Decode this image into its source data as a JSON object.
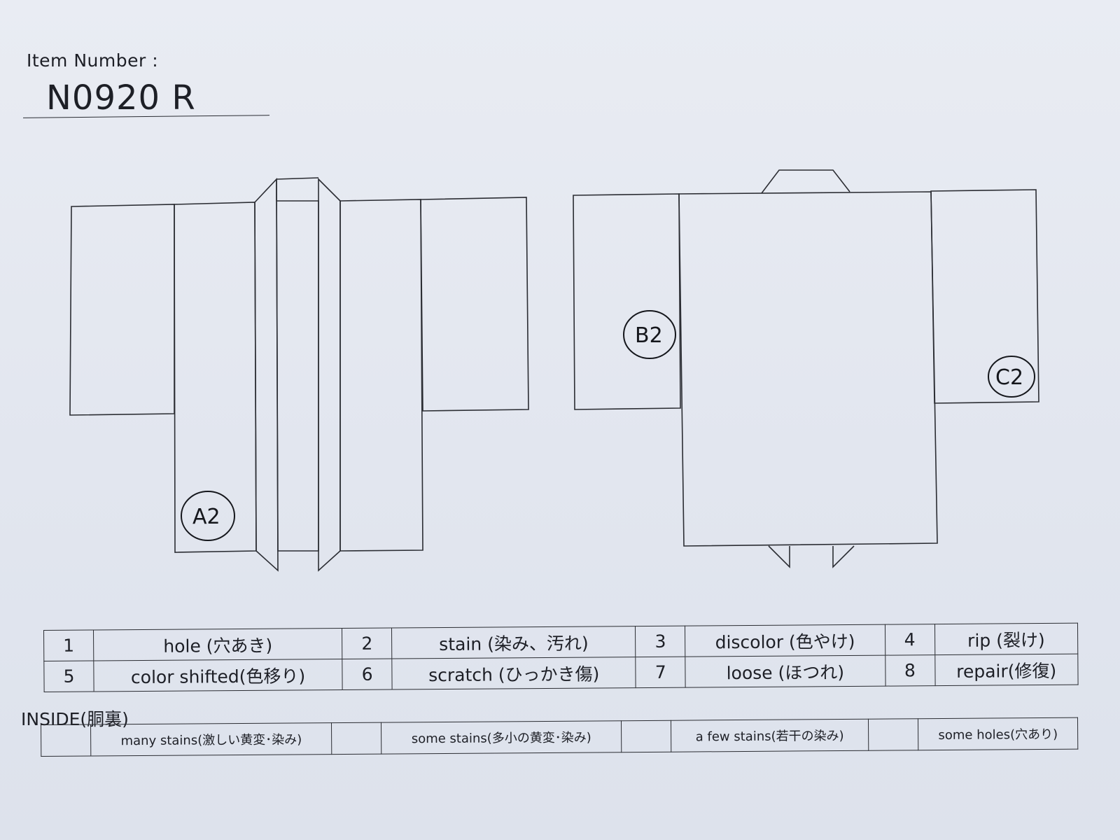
{
  "header": {
    "item_number_label": "Item Number :",
    "item_number_value": "N0920  R"
  },
  "diagram": {
    "markers": {
      "a": "A2",
      "b": "B2",
      "c": "C2"
    }
  },
  "defect_legend": [
    {
      "num": "1",
      "label": "hole (穴あき)"
    },
    {
      "num": "2",
      "label": "stain (染み、汚れ)"
    },
    {
      "num": "3",
      "label": "discolor (色やけ)"
    },
    {
      "num": "4",
      "label": "rip (裂け)"
    },
    {
      "num": "5",
      "label": "color shifted(色移り)"
    },
    {
      "num": "6",
      "label": "scratch (ひっかき傷)"
    },
    {
      "num": "7",
      "label": "loose (ほつれ)"
    },
    {
      "num": "8",
      "label": "repair(修復)"
    }
  ],
  "inside": {
    "title": "INSIDE(胴裏)",
    "options": [
      "many stains(激しい黄変･染み)",
      "some stains(多小の黄変･染み)",
      "a few stains(若干の染み)",
      "some holes(穴あり)"
    ]
  }
}
